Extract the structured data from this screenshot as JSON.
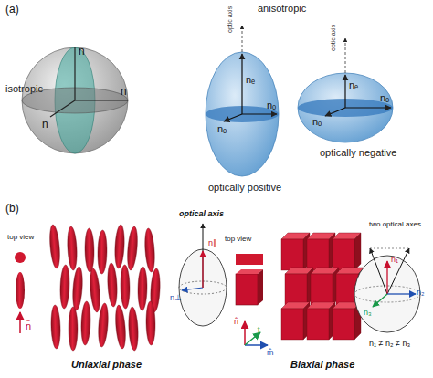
{
  "diagram": {
    "labels": [
      "(a)",
      "isotropic",
      "n",
      "n",
      "n",
      "anisotropic",
      "optic axis",
      "nₑ",
      "nₒ",
      "nₒ",
      "optically positive",
      "optic axis",
      "nₑ",
      "nₒ",
      "nₒ",
      "optically negative",
      "(b)",
      "top view",
      "n̂",
      "optical axis",
      "n∥",
      "n⊥",
      "Uniaxial phase",
      "top view",
      "l̂",
      "m̂",
      "n̂",
      "two optical axes",
      "n₁",
      "n₂",
      "n₃",
      "n₁ ≠ n₂ ≠ n₃",
      "Biaxial phase"
    ]
  }
}
